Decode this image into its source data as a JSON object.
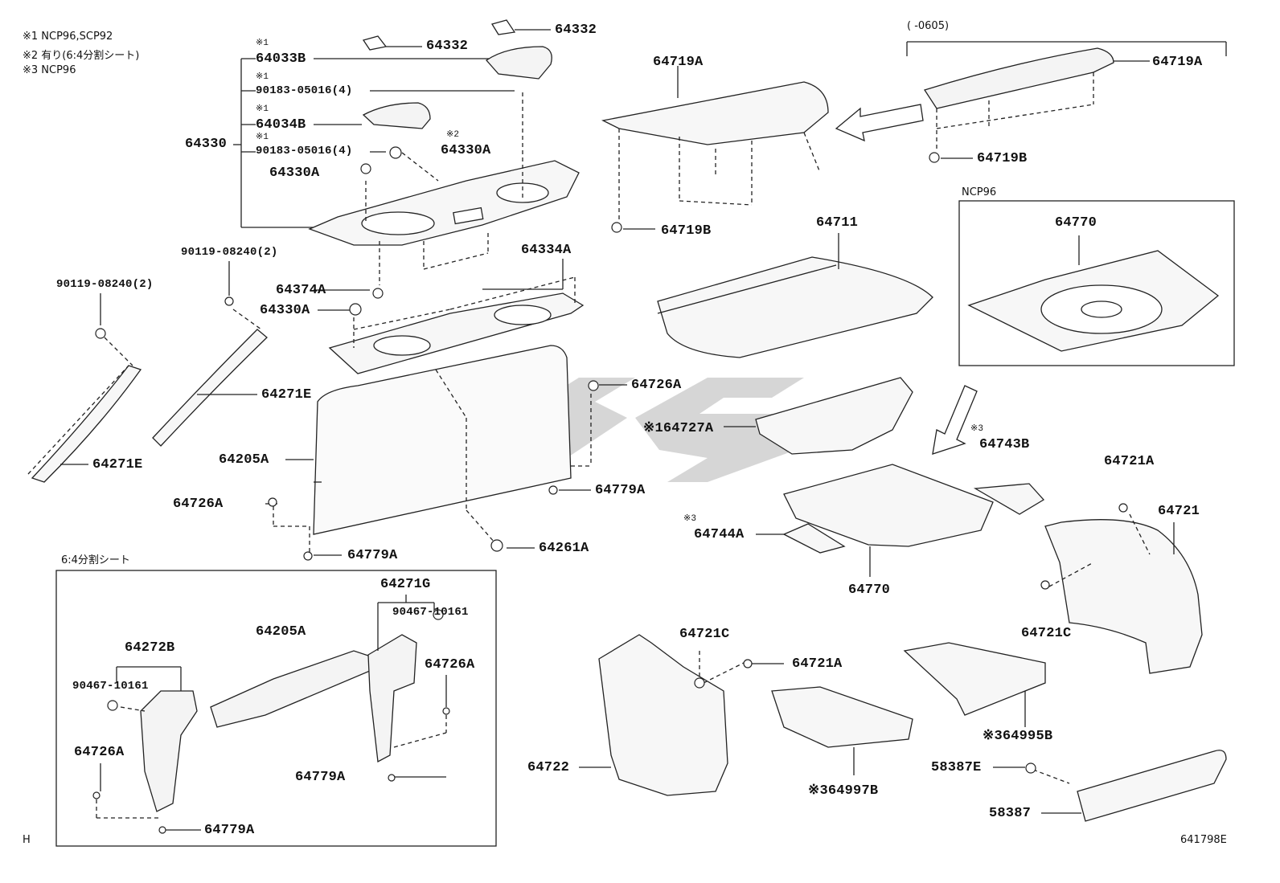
{
  "notes": {
    "n1": "※1 NCP96,SCP92",
    "n2": "※2 有り(6:4分割シート)",
    "n3": "※3 NCP96"
  },
  "period_label": "(      -0605)",
  "ncp96_label": "NCP96",
  "split_seat_label": "6:4分割シート",
  "corner_h": "H",
  "diagram_id": "641798E",
  "watermark_colors": {
    "gray": "#c9c9c9"
  },
  "parts": {
    "p64332a": "64332",
    "p64332b": "64332",
    "p64033b_mark": "※1",
    "p64033b": "64033B",
    "p90183a_mark": "※1",
    "p90183a": "90183-05016(4)",
    "p64034b_mark": "※1",
    "p64034b": "64034B",
    "p90183b_mark": "※1",
    "p90183b": "90183-05016(4)",
    "p64330a_mark": "※2",
    "p64330a_top": "64330A",
    "p64330": "64330",
    "p64330a_l": "64330A",
    "p64719a_c": "64719A",
    "p64719a_r": "64719A",
    "p64719b_r": "64719B",
    "p64719b_c": "64719B",
    "p64770_ncp": "64770",
    "p64711": "64711",
    "p90119_r": "90119-08240(2)",
    "p90119_l": "90119-08240(2)",
    "p64334a": "64334A",
    "p64374a": "64374A",
    "p64330a_m": "64330A",
    "p64271e_r": "64271E",
    "p64271e_l": "64271E",
    "p64726a_t": "64726A",
    "p64727a": "※164727A",
    "p64205a": "64205A",
    "p64726a_l": "64726A",
    "p64779a_r": "64779A",
    "p64779a_b": "64779A",
    "p64261a": "64261A",
    "p64743b_mark": "※3",
    "p64743b": "64743B",
    "p64744a_mark": "※3",
    "p64744a": "64744A",
    "p64770": "64770",
    "p64721a_t": "64721A",
    "p64721": "64721",
    "p64721c_r": "64721C",
    "p64271g": "64271G",
    "p90467_r": "90467-10161",
    "p64205a_b": "64205A",
    "p64726a_b": "64726A",
    "p64272b": "64272B",
    "p90467_l": "90467-10161",
    "p64726a_bl": "64726A",
    "p64779a_bm": "64779A",
    "p64779a_bb": "64779A",
    "p64721c_m": "64721C",
    "p64721a_m": "64721A",
    "p64722": "64722",
    "p64997b": "※364997B",
    "p64995b": "※364995B",
    "p58387e": "58387E",
    "p58387": "58387"
  }
}
